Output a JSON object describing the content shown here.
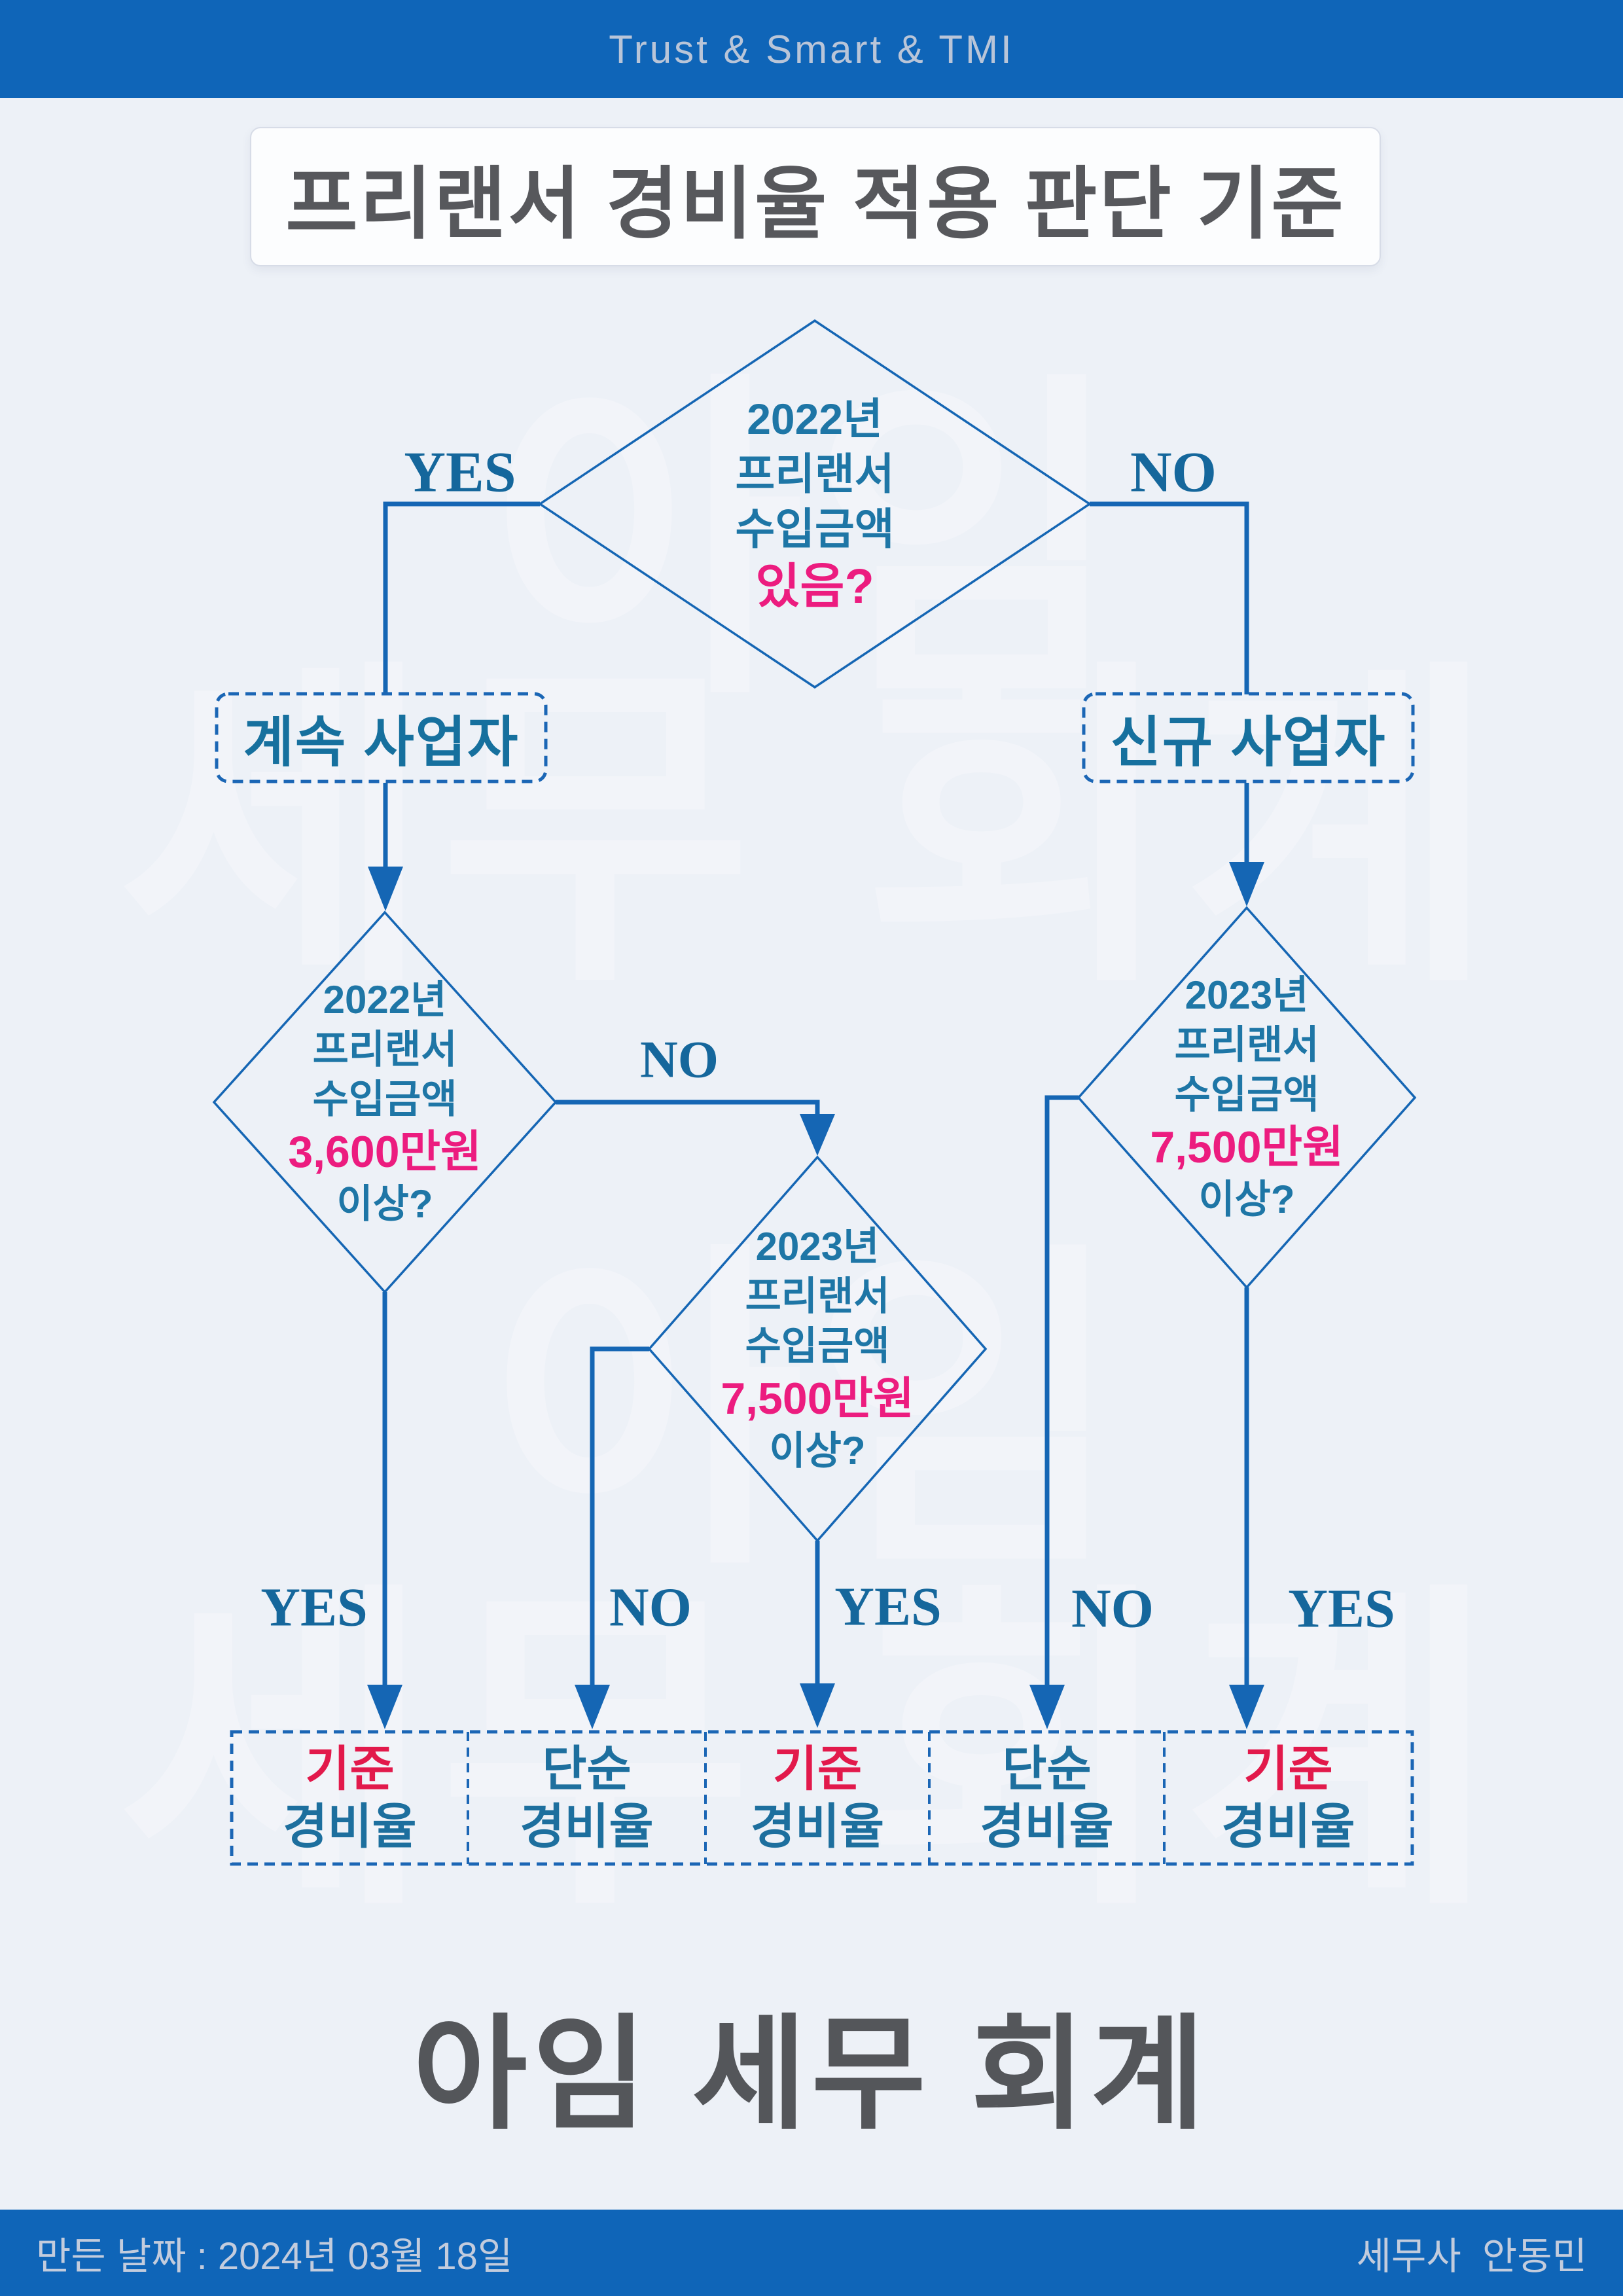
{
  "header": {
    "tagline": "Trust & Smart & TMI"
  },
  "title": "프리랜서 경비율 적용 판단 기준",
  "watermark": {
    "line1": "아임",
    "line2": "세무 회계"
  },
  "flow": {
    "root": {
      "lines": [
        "2022년",
        "프리랜서",
        "수입금액"
      ],
      "highlight": "있음?"
    },
    "continuing_box": "계속 사업자",
    "new_box": "신규 사업자",
    "d_left": {
      "lines": [
        "2022년",
        "프리랜서",
        "수입금액"
      ],
      "highlight": "3,600만원",
      "tail": "이상?"
    },
    "d_mid": {
      "lines": [
        "2023년",
        "프리랜서",
        "수입금액"
      ],
      "highlight": "7,500만원",
      "tail": "이상?"
    },
    "d_right": {
      "lines": [
        "2023년",
        "프리랜서",
        "수입금액"
      ],
      "highlight": "7,500만원",
      "tail": "이상?"
    },
    "edges": {
      "root_yes": "YES",
      "root_no": "NO",
      "mid_no": "NO",
      "col1": "YES",
      "col2": "NO",
      "col3": "YES",
      "col4": "NO",
      "col5": "YES"
    },
    "results": [
      {
        "top": "기준",
        "bottom": "경비율",
        "accent": "red"
      },
      {
        "top": "단순",
        "bottom": "경비율",
        "accent": "blue"
      },
      {
        "top": "기준",
        "bottom": "경비율",
        "accent": "red"
      },
      {
        "top": "단순",
        "bottom": "경비율",
        "accent": "blue"
      },
      {
        "top": "기준",
        "bottom": "경비율",
        "accent": "red"
      }
    ]
  },
  "footer": {
    "big_title": "아임 세무 회계",
    "date": "만든 날짜 : 2024년 03월 18일",
    "author": "세무사  안동민"
  },
  "colors": {
    "bar_blue": "#0f65b8",
    "line_blue": "#1566b4",
    "text_teal": "#1e76a6",
    "accent_pink": "#ec1c7f",
    "accent_crimson": "#e2194b",
    "title_gray": "#57585c"
  }
}
